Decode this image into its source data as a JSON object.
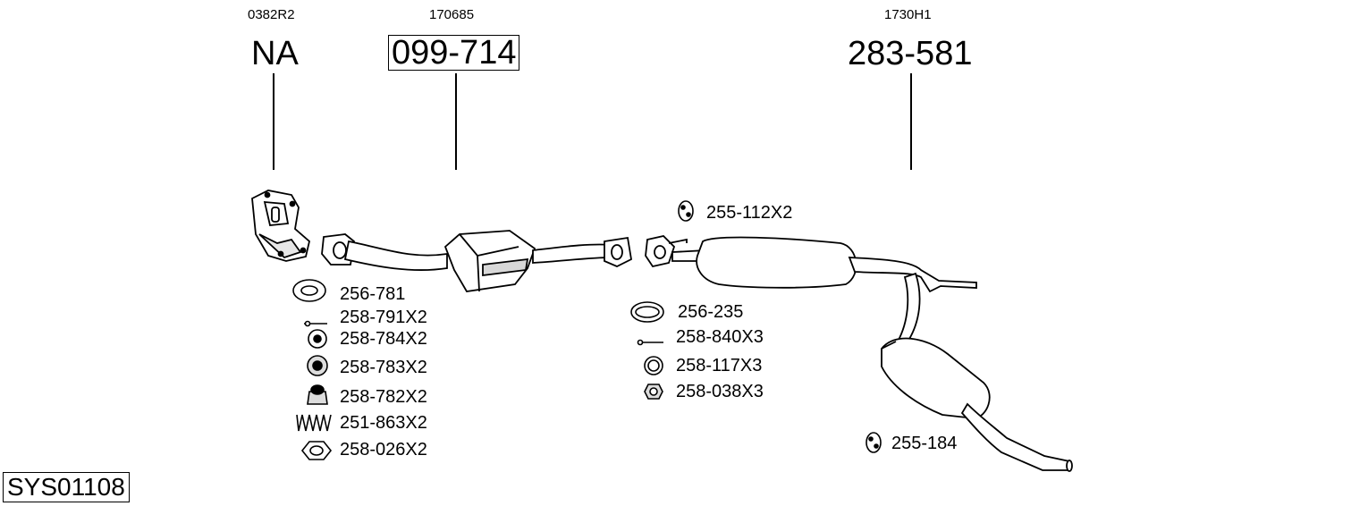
{
  "columns": [
    {
      "ref": "0382R2",
      "part": "NA"
    },
    {
      "ref": "170685",
      "part": "099-714"
    },
    {
      "ref": "1730H1",
      "part": "283-581"
    }
  ],
  "parts": [
    "256-781",
    "258-791X2",
    "258-784X2",
    "258-783X2",
    "258-782X2",
    "251-863X2",
    "258-026X2",
    "255-112X2",
    "256-235",
    "258-840X3",
    "258-117X3",
    "258-038X3",
    "255-184"
  ],
  "system_id": "SYS01108",
  "colors": {
    "line": "#000000",
    "fill_light": "#ffffff",
    "shade": "#dcdcdc"
  }
}
